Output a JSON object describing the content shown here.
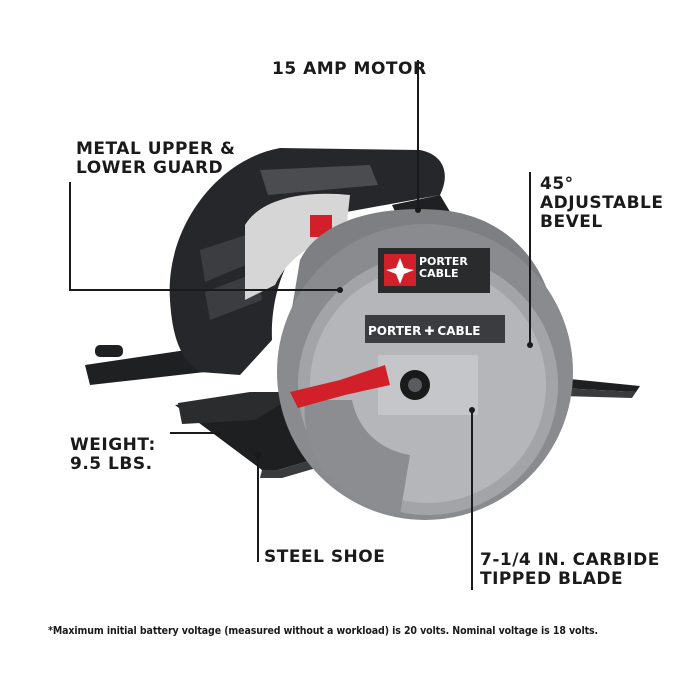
{
  "product": {
    "brand_line1": "PORTER",
    "brand_line2": "CABLE",
    "blade_brand_left": "PORTER",
    "blade_brand_right": "CABLE"
  },
  "callouts": {
    "motor": "15 AMP MOTOR",
    "guard_line1": "METAL UPPER &",
    "guard_line2": "LOWER GUARD",
    "bevel_line1": "45°",
    "bevel_line2": "ADJUSTABLE",
    "bevel_line3": "BEVEL",
    "weight_line1": "WEIGHT:",
    "weight_line2": "9.5 LBS.",
    "shoe": "STEEL SHOE",
    "blade_line1": "7-1/4 IN. CARBIDE",
    "blade_line2": "TIPPED BLADE"
  },
  "footnote": "*Maximum initial battery voltage (measured without a workload) is 20 volts. Nominal voltage is 18 volts.",
  "colors": {
    "accent_red": "#d2202a",
    "body_gray": "#8e9093",
    "dark_body": "#2a2b2d",
    "line_color": "#1a1a1a"
  }
}
